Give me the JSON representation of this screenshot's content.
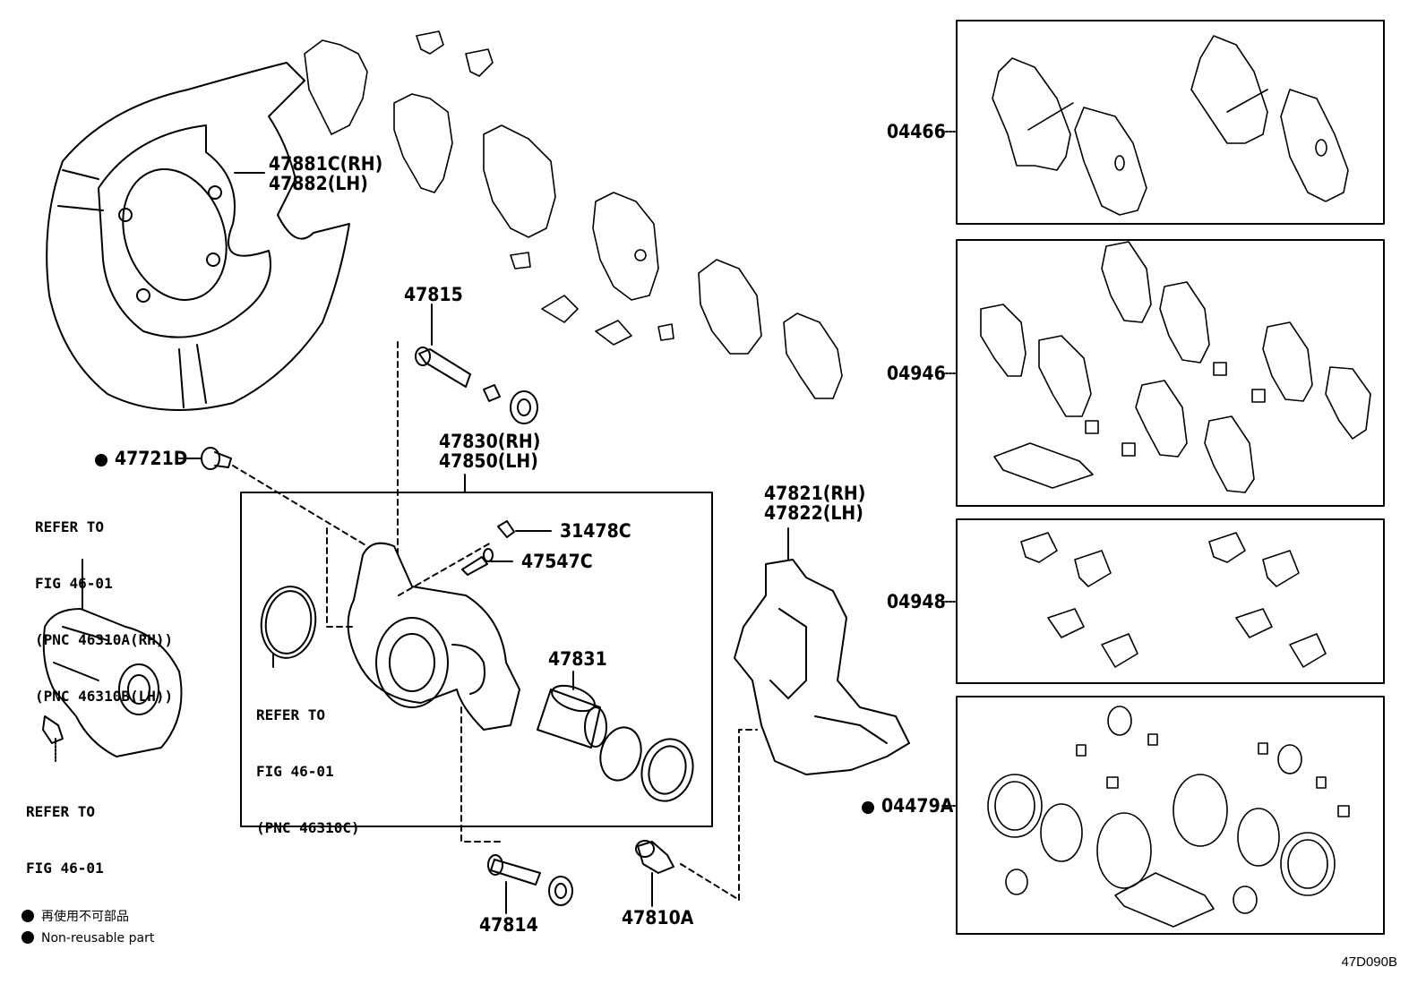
{
  "diagram": {
    "figure_id": "47D090B",
    "part_labels": {
      "dust_cover_rh": "47881C(RH)",
      "dust_cover_lh": "47882(LH)",
      "slide_pin_upper": "47815",
      "caliper_rh": "47830(RH)",
      "caliper_lh": "47850(LH)",
      "bolt_47721d": "47721D",
      "bleeder_cap": "31478C",
      "bleeder_plug": "47547C",
      "piston": "47831",
      "mounting_rh": "47821(RH)",
      "mounting_lh": "47822(LH)",
      "slide_pin_lower": "47814",
      "bolt_47810a": "47810A",
      "kit_pads": "04466",
      "kit_fitting": "04946",
      "kit_clips": "04948",
      "kit_cylinder": "04479A"
    },
    "references": {
      "actuator_line1": "REFER TO",
      "actuator_line2": "FIG 46-01",
      "actuator_line3": "(PNC 46310A(RH))",
      "actuator_line4": "(PNC 46310B(LH))",
      "oring_line1": "REFER TO",
      "oring_line2": "FIG 46-01",
      "oring_line3": "(PNC 46310C)",
      "bolt_line1": "REFER TO",
      "bolt_line2": "FIG 46-01"
    },
    "legend": {
      "japanese": "再使用不可部品",
      "english": "Non-reusable part"
    }
  }
}
